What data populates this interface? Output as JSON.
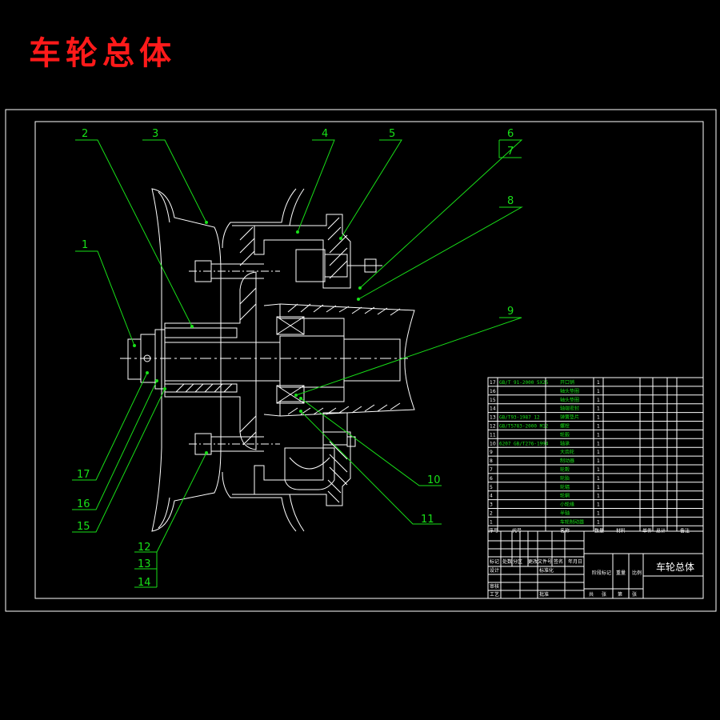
{
  "title": "车轮总体",
  "callouts": [
    "1",
    "2",
    "3",
    "4",
    "5",
    "6",
    "7",
    "8",
    "9",
    "10",
    "11",
    "12",
    "13",
    "14",
    "15",
    "16",
    "17"
  ],
  "parts_table": {
    "rows": [
      {
        "no": "17",
        "std": "GB/T 91-2000 5X25",
        "name": "开口销",
        "qty": "1"
      },
      {
        "no": "16",
        "std": "",
        "name": "轴头垫圈",
        "qty": "1"
      },
      {
        "no": "15",
        "std": "",
        "name": "轴头垫圈",
        "qty": "1"
      },
      {
        "no": "14",
        "std": "",
        "name": "轴端密封",
        "qty": "1"
      },
      {
        "no": "13",
        "std": "GB/T93-1987 12",
        "name": "弹簧垫片",
        "qty": "1"
      },
      {
        "no": "12",
        "std": "GB/T5783-2000 M12",
        "name": "螺栓",
        "qty": "1"
      },
      {
        "no": "11",
        "std": "",
        "name": "轮毂",
        "qty": "1"
      },
      {
        "no": "10",
        "std": "6207 GB/T276-1994",
        "name": "轴承",
        "qty": "1"
      },
      {
        "no": "9",
        "std": "",
        "name": "大齿轮",
        "qty": "1"
      },
      {
        "no": "8",
        "std": "",
        "name": "制动器",
        "qty": "1"
      },
      {
        "no": "7",
        "std": "",
        "name": "轮毂",
        "qty": "1"
      },
      {
        "no": "6",
        "std": "",
        "name": "轮胎",
        "qty": "1"
      },
      {
        "no": "5",
        "std": "",
        "name": "轮辐",
        "qty": "1"
      },
      {
        "no": "4",
        "std": "",
        "name": "轮辋",
        "qty": "1"
      },
      {
        "no": "3",
        "std": "",
        "name": "小轮缘",
        "qty": "1"
      },
      {
        "no": "2",
        "std": "",
        "name": "半轴",
        "qty": "1"
      },
      {
        "no": "1",
        "std": "",
        "name": "车轮制动器",
        "qty": "1"
      }
    ],
    "header": [
      "序号",
      "代号",
      "名称",
      "数量",
      "材料",
      "单件",
      "总计",
      "备注"
    ],
    "title_block": {
      "name": "车轮总体",
      "labels": [
        "标记",
        "处数",
        "分区",
        "更改文件号",
        "签名",
        "年月日",
        "设计",
        "标准化",
        "审核",
        "工艺",
        "批准",
        "阶段标记",
        "重量",
        "比例",
        "共",
        "张",
        "第",
        "张"
      ]
    }
  }
}
